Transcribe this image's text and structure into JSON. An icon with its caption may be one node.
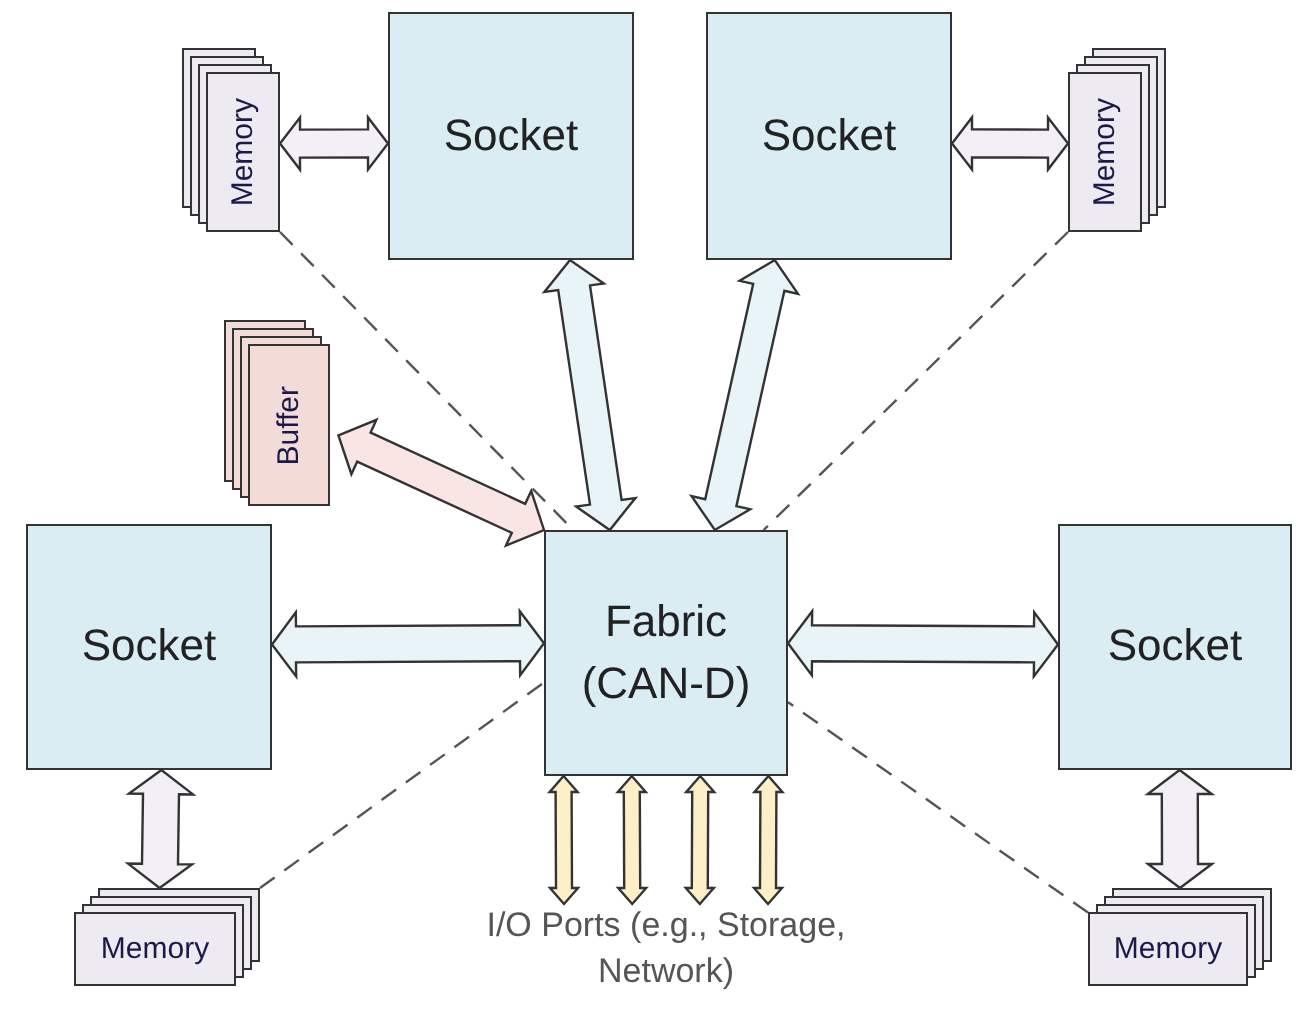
{
  "diagram": {
    "nodes": [
      {
        "text": [
          "Socket"
        ]
      },
      {
        "text": [
          "Socket"
        ]
      },
      {
        "text": [
          "Memory"
        ]
      },
      {
        "text": [
          "Memory"
        ]
      },
      {
        "text": [
          "Buffer"
        ]
      },
      {
        "text": [
          "Socket"
        ]
      },
      {
        "text": [
          "Fabric (CAN-D)"
        ]
      },
      {
        "text": [
          "Socket"
        ]
      },
      {
        "text": [
          "Memory"
        ]
      },
      {
        "text": [
          "Memory"
        ]
      },
      {
        "text": [
          "I/O Ports (e.g., Storage, Network)"
        ]
      }
    ],
    "edges": [
      {
        "from": 2,
        "to": 0,
        "arrow": "both",
        "color": "#f2f0f6"
      },
      {
        "from": 1,
        "to": 3,
        "arrow": "both",
        "color": "#f2f0f6"
      },
      {
        "from": 0,
        "to": 6,
        "arrow": "both"
      },
      {
        "from": 1,
        "to": 6,
        "arrow": "both"
      },
      {
        "from": 4,
        "to": 6,
        "arrow": "both",
        "color": "#f9e6e4"
      },
      {
        "from": 5,
        "to": 6,
        "arrow": "both"
      },
      {
        "from": 6,
        "to": 7,
        "arrow": "both"
      },
      {
        "from": 5,
        "to": 8,
        "arrow": "both",
        "color": "#f2f0f6"
      },
      {
        "from": 7,
        "to": 9,
        "arrow": "both",
        "color": "#f2f0f6"
      },
      {
        "from": 6,
        "to": 10,
        "arrow": "both",
        "color": "#fdf0c8"
      },
      {
        "from": 6,
        "to": 10,
        "arrow": "both",
        "color": "#fdf0c8"
      },
      {
        "from": 6,
        "to": 10,
        "arrow": "both",
        "color": "#fdf0c8"
      },
      {
        "from": 6,
        "to": 10,
        "arrow": "both",
        "color": "#fdf0c8"
      },
      {
        "from": 2,
        "to": 6,
        "arrow": "none",
        "style": "dashed"
      },
      {
        "from": 3,
        "to": 6,
        "arrow": "none",
        "style": "dashed"
      },
      {
        "from": 8,
        "to": 6,
        "arrow": "none",
        "style": "dashed"
      },
      {
        "from": 9,
        "to": 6,
        "arrow": "none",
        "style": "dashed"
      }
    ]
  }
}
